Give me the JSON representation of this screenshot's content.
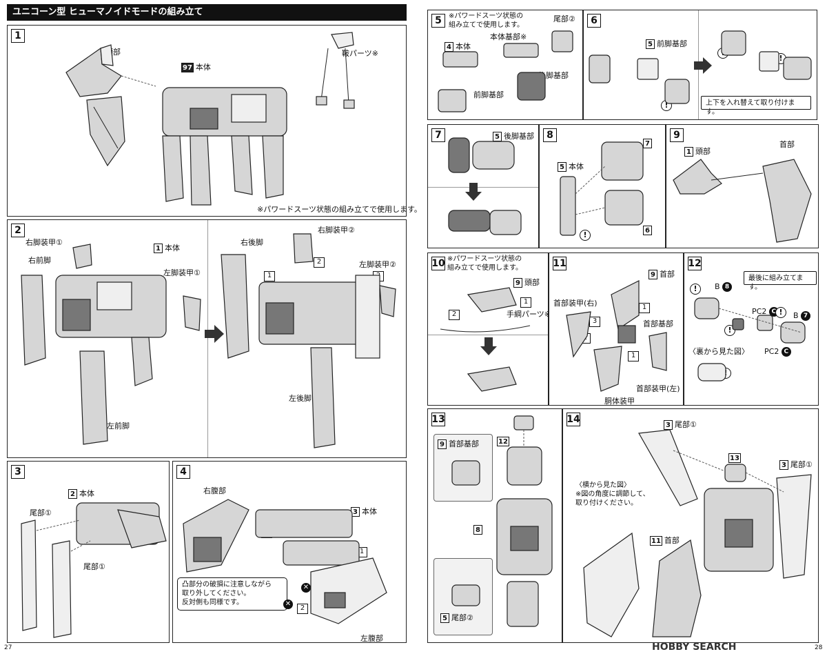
{
  "left_page": {
    "title": "ユニコーン型 ヒューマノイドモードの組み立て",
    "page_number": "27",
    "step1": {
      "num": "1",
      "head": "頭部",
      "body_ref": "97",
      "body": "本体",
      "saddle": "鞍パーツ※",
      "note": "※パワードスーツ状態の組み立てで使用します。"
    },
    "step2": {
      "num": "2",
      "right_armor1": "右脚装甲①",
      "right_front_leg": "右前脚",
      "body_ref": "1",
      "body": "本体",
      "left_armor1": "左脚装甲①",
      "left_front_leg": "左前脚",
      "right_rear_leg": "右後脚",
      "right_armor2": "右脚装甲②",
      "left_armor2": "左脚装甲②",
      "left_rear_leg": "左後脚",
      "s1": "1",
      "s2": "2"
    },
    "step3": {
      "num": "3",
      "body_ref": "2",
      "body": "本体",
      "tail_a": "尾部①",
      "tail_b": "尾部①"
    },
    "step4": {
      "num": "4",
      "right_abdomen": "右腹部",
      "body_ref": "3",
      "body": "本体",
      "left_abdomen": "左腹部",
      "caution": "凸部分の破損に注意しながら\n取り外してください。\n反対側も同様です。",
      "s1": "1",
      "s2": "2"
    }
  },
  "right_page": {
    "page_number": "28",
    "watermark": "HOBBY SEARCH",
    "step5": {
      "num": "5",
      "note": "※パワードスーツ状態の\n組み立てで使用します。",
      "body_base": "本体基部※",
      "body_ref": "4",
      "body": "本体",
      "tail2": "尾部②",
      "front_leg_base": "前脚基部",
      "rear_leg_base": "後脚基部"
    },
    "step6": {
      "num": "6",
      "base_ref": "5",
      "front_leg_base": "前脚基部",
      "swap_note": "上下を入れ替えて取り付けます。"
    },
    "step7": {
      "num": "7",
      "base_ref": "5",
      "rear_leg_base": "後脚基部"
    },
    "step8": {
      "num": "8",
      "body_ref": "5",
      "body": "本体",
      "ref7": "7",
      "ref6": "6"
    },
    "step9": {
      "num": "9",
      "head_ref": "1",
      "head": "頭部",
      "neck": "首部"
    },
    "step10": {
      "num": "10",
      "note": "※パワードスーツ状態の\n組み立てで使用します。",
      "head_ref": "9",
      "head": "頭部",
      "reins": "手綱パーツ※",
      "s1": "1",
      "s2": "2"
    },
    "step11": {
      "num": "11",
      "neck_armor_r": "首部装甲(右)",
      "neck_ref": "9",
      "neck": "首部",
      "neck_base": "首部基部",
      "neck_armor_l": "首部装甲(左)",
      "torso_armor": "胴体装甲",
      "s1": "1",
      "s2": "2",
      "s3": "3"
    },
    "step12": {
      "num": "12",
      "last_note": "最後に組み立てます。",
      "b8": "B",
      "b8c": "8",
      "pc2a": "PC2",
      "pc2a_c": "C",
      "b7": "B",
      "b7c": "7",
      "pc2b": "PC2",
      "pc2b_c": "C",
      "back_view": "〈裏から見た図〉"
    },
    "step13": {
      "num": "13",
      "neck_base_ref": "9",
      "neck_base": "首部基部",
      "ref12": "12",
      "ref8": "8",
      "tail_ref": "5",
      "tail2": "尾部②"
    },
    "step14": {
      "num": "14",
      "tail1a_ref": "3",
      "tail1a": "尾部①",
      "ref13": "13",
      "tail1b_ref": "3",
      "tail1b": "尾部①",
      "side_view": "〈横から見た図〉\n※図の角度に調節して、\n取り付けください。",
      "neck_ref": "11",
      "neck": "首部"
    }
  }
}
